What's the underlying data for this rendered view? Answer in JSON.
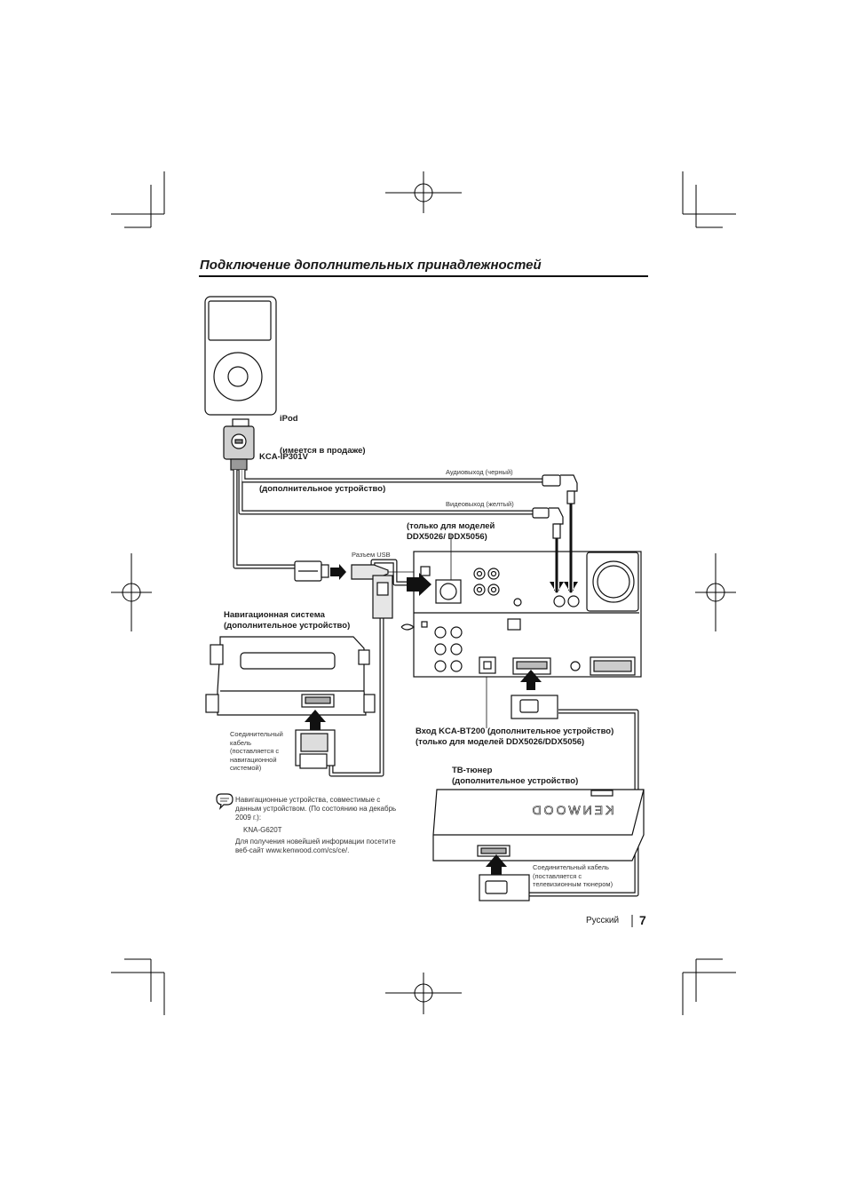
{
  "page": {
    "title": "Подключение дополнительных принадлежностей",
    "language": "Русский",
    "number": "7"
  },
  "labels": {
    "ipod_name": "iPod",
    "ipod_sub": "(имеется в продаже)",
    "cable_name": "KCA-iP301V",
    "cable_sub": "(дополнительное устройство)",
    "audio_out": "Аудиовыход (черный)",
    "video_out": "Видеовыход (желтый)",
    "models_only": "(только для моделей\nDDX5026/ DDX5056)",
    "usb": "Разъем USB",
    "nav_system": "Навигационная система\n(дополнительное устройство)",
    "nav_cable": "Соединительный\nкабель\n(поставляется с\nнавигационной\nсистемой)",
    "bt_input": "Вход KCA-BT200 (дополнительное устройство)\n(только для моделей DDX5026/DDX5056)",
    "tv_tuner": "ТВ-тюнер\n(дополнительное устройство)",
    "tv_cable": "Соединительный кабель\n(поставляется с\nтелевизионным тюнером)",
    "tuner_brand": "KENWOOD"
  },
  "note": {
    "icon": "speech-bubble-icon",
    "text": "Навигационные устройства, совместимые с\nданным устройством. (По состоянию на декабрь\n2009 г.):",
    "model": "KNA-G620T",
    "web": "Для получения новейшей информации посетите\nвеб-сайт www.kenwood.com/cs/ce/."
  }
}
